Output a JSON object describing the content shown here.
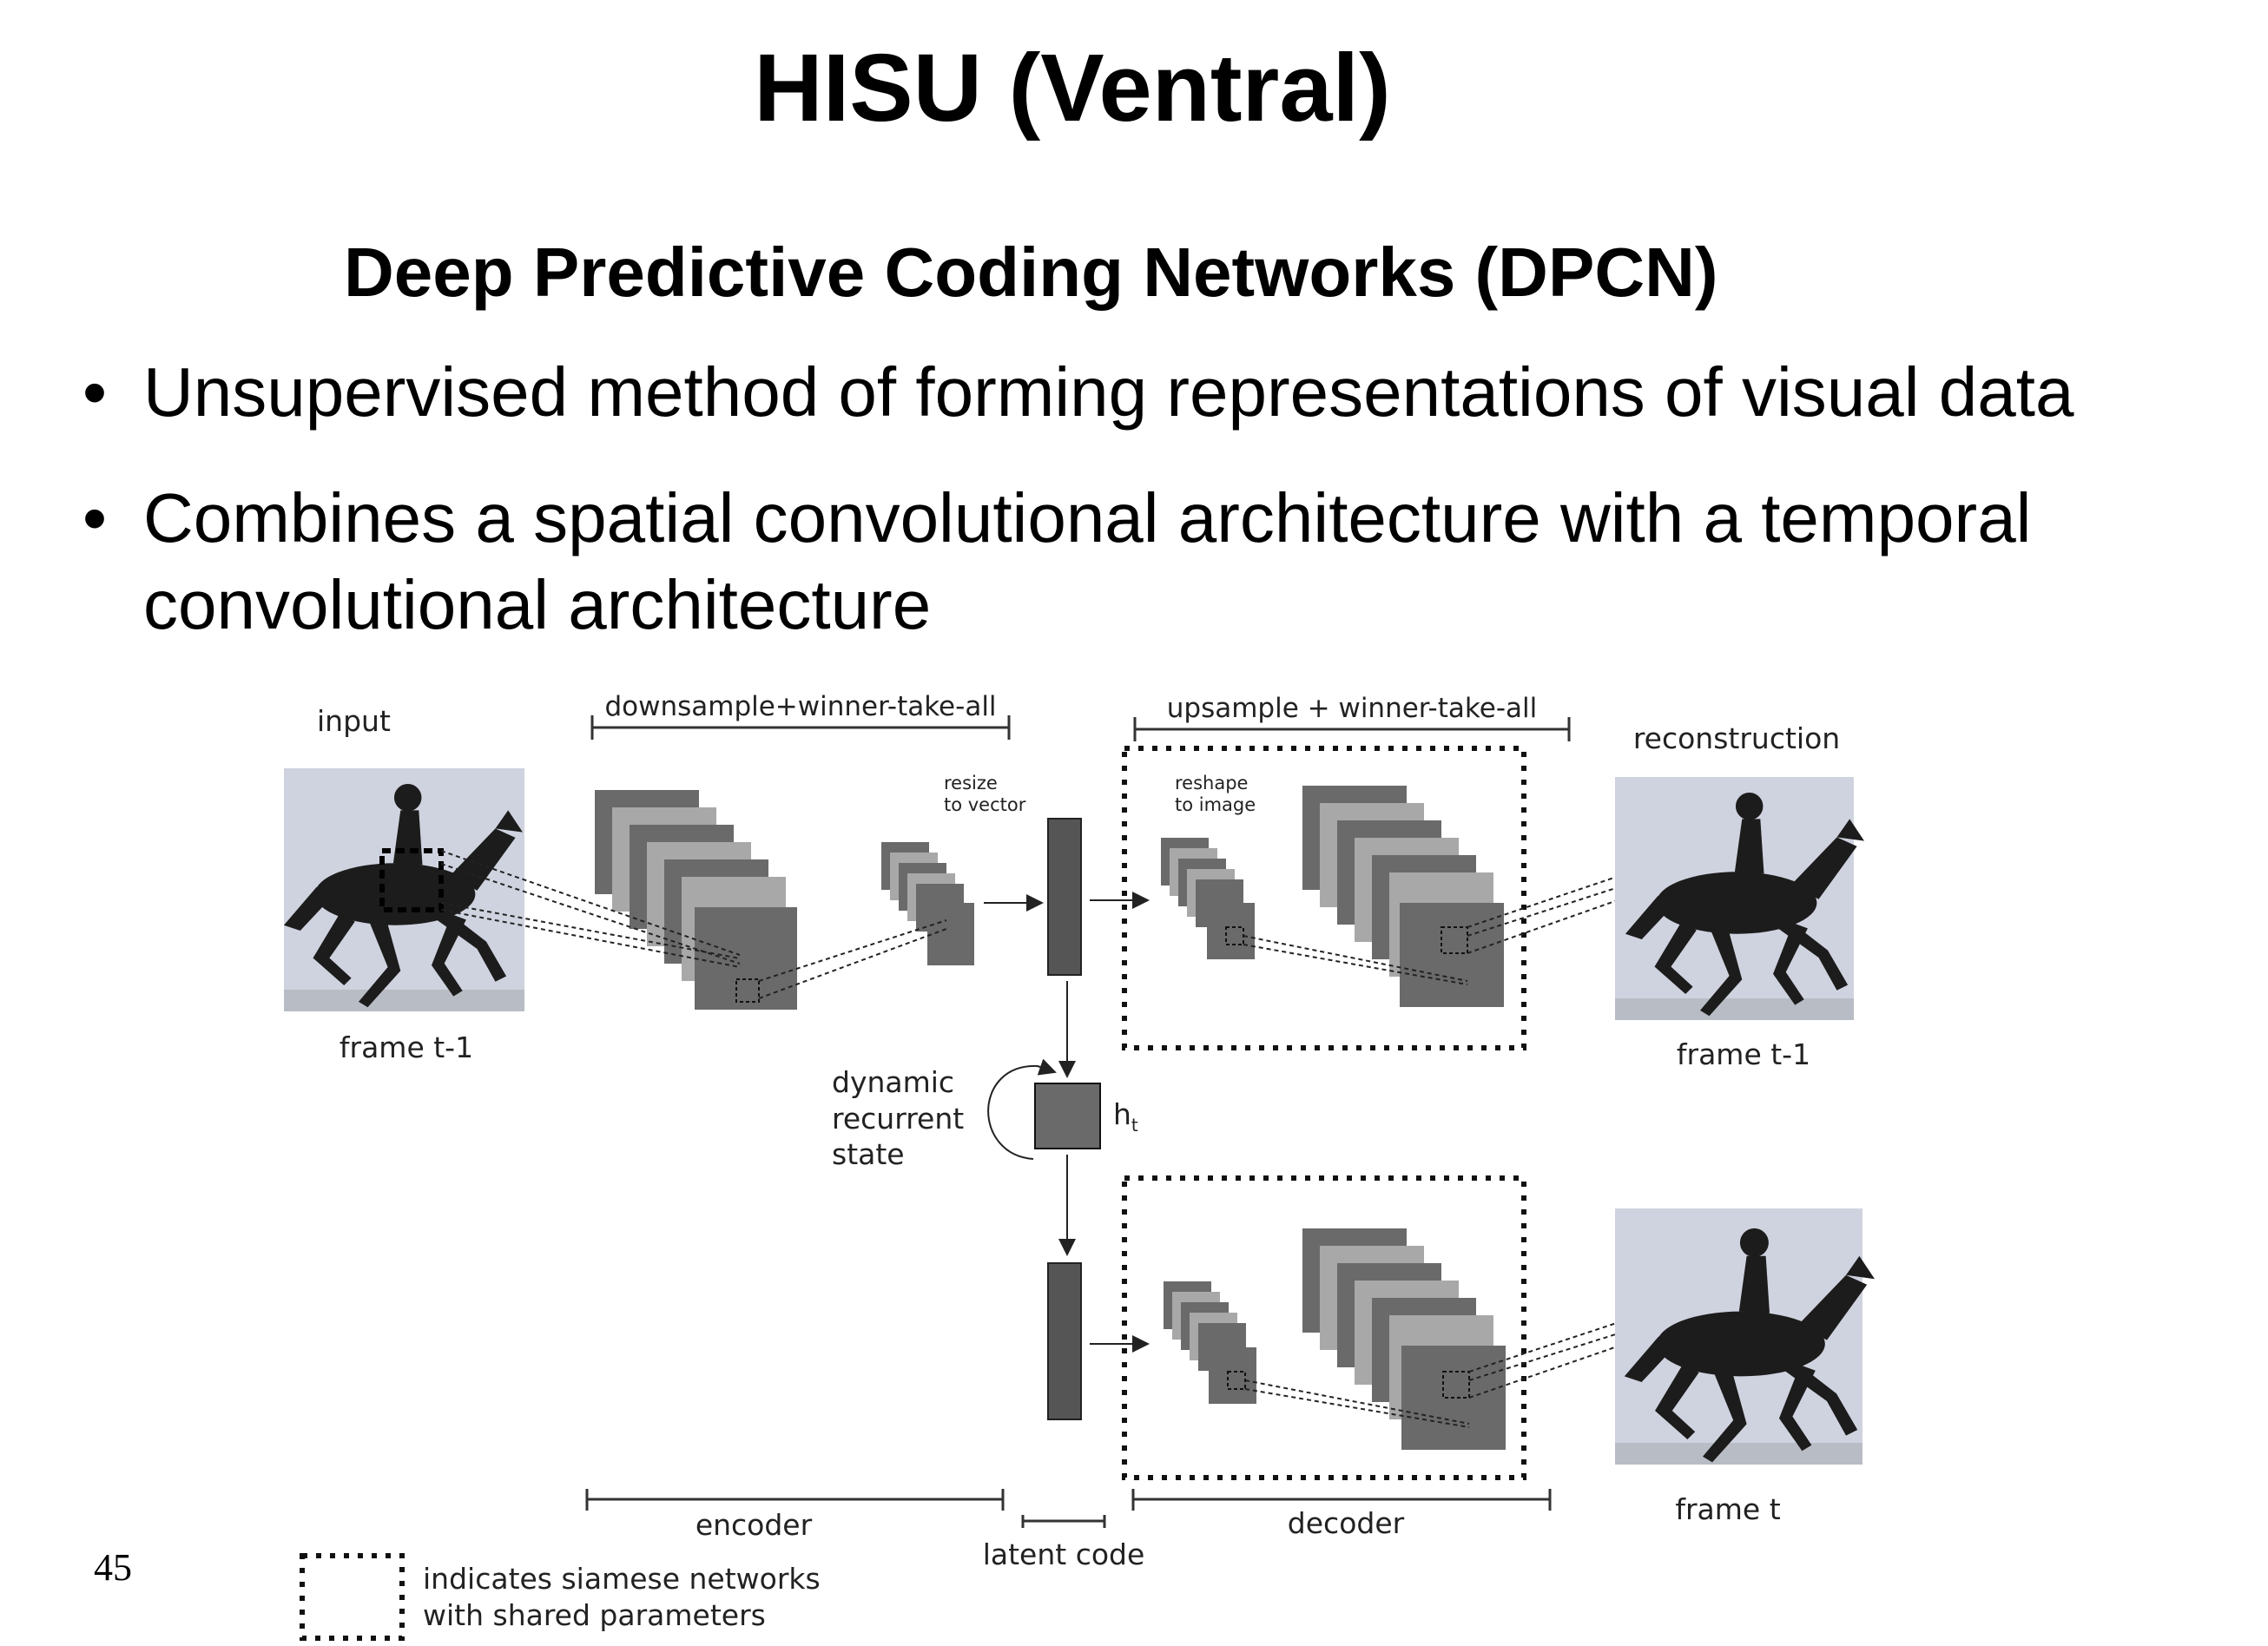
{
  "slide": {
    "title": "HISU (Ventral)",
    "subtitle": "Deep Predictive Coding Networks (DPCN)",
    "bullets": [
      {
        "marker": "•",
        "text": "Unsupervised method of forming representations of visual data"
      },
      {
        "marker": "•",
        "text": "Combines a spatial convolutional architecture with a temporal convolutional architecture"
      }
    ],
    "page_number": "45"
  },
  "diagram": {
    "labels": {
      "input": "input",
      "downsample": "downsample+winner-take-all",
      "upsample": "upsample + winner-take-all",
      "reconstruction": "reconstruction",
      "resize_1": "resize",
      "resize_2": "to vector",
      "reshape_1": "reshape",
      "reshape_2": "to image",
      "frame_input": "frame t-1",
      "frame_recon": "frame t-1",
      "frame_t": "frame t",
      "dynamic_1": "dynamic",
      "dynamic_2": "recurrent",
      "dynamic_3": "state",
      "hidden": "h",
      "hidden_sub": "t",
      "encoder": "encoder",
      "latent": "latent code",
      "decoder": "decoder",
      "legend_1": "indicates siamese networks",
      "legend_2": "with shared parameters"
    },
    "colors": {
      "layer_dark": "#6a6a6a",
      "layer_light": "#a8a8a8",
      "vector": "#555555",
      "photo_bg": "#cfd3df",
      "horse": "#1c1c1c"
    }
  }
}
